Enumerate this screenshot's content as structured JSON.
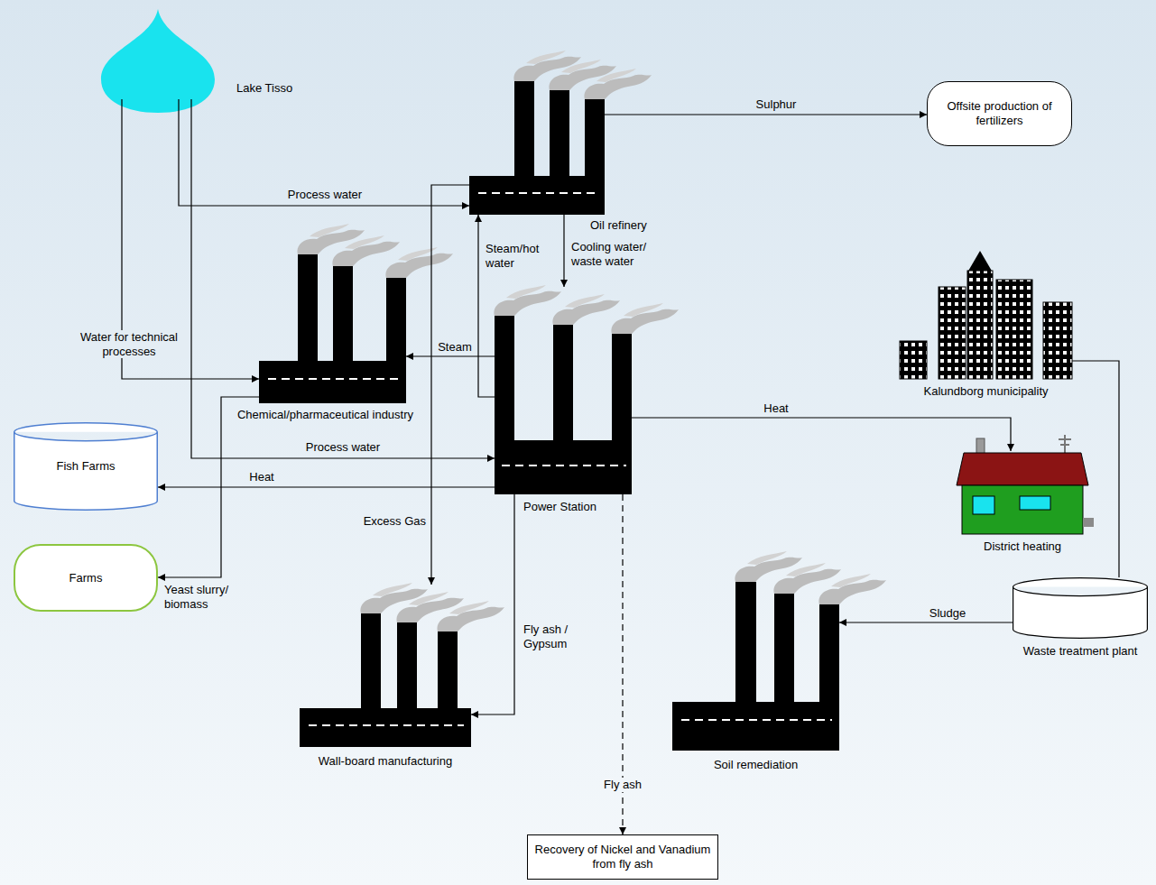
{
  "diagram": {
    "nodes": [
      {
        "text": [
          "Lake Tisso"
        ]
      },
      {
        "text": [
          "Oil refinery"
        ]
      },
      {
        "text": [
          "Offsite production of fertilizers"
        ]
      },
      {
        "text": [
          "Chemical/pharmaceutical industry"
        ]
      },
      {
        "text": [
          "Power Station"
        ]
      },
      {
        "text": [
          "Kalundborg municipality"
        ]
      },
      {
        "text": [
          "District heating"
        ]
      },
      {
        "text": [
          "Fish Farms"
        ]
      },
      {
        "text": [
          "Farms"
        ]
      },
      {
        "text": [
          "Wall-board manufacturing"
        ]
      },
      {
        "text": [
          "Soil remediation"
        ]
      },
      {
        "text": [
          "Waste treatment plant"
        ]
      },
      {
        "text": [
          "Recovery of Nickel and Vanadium from fly ash"
        ]
      }
    ],
    "edges": [
      {
        "from": 0,
        "to": 1,
        "label": "Process water",
        "arrow": "to"
      },
      {
        "from": 1,
        "to": 2,
        "label": "Sulphur",
        "arrow": "to"
      },
      {
        "from": 0,
        "to": 3,
        "label": "Water for technical processes",
        "arrow": "to"
      },
      {
        "from": 4,
        "to": 1,
        "label": "Steam/hot water",
        "arrow": "to"
      },
      {
        "from": 1,
        "to": 4,
        "label": "Cooling water/ waste water",
        "arrow": "to"
      },
      {
        "from": 4,
        "to": 3,
        "label": "Steam",
        "arrow": "to"
      },
      {
        "from": 0,
        "to": 4,
        "label": "Process water",
        "arrow": "to"
      },
      {
        "from": 4,
        "to": 7,
        "label": "Heat",
        "arrow": "to"
      },
      {
        "from": 3,
        "to": 8,
        "label": "Yeast slurry/ biomass",
        "arrow": "to"
      },
      {
        "from": 1,
        "to": 9,
        "label": "Excess Gas",
        "arrow": "to"
      },
      {
        "from": 4,
        "to": 9,
        "label": "Fly ash / Gypsum",
        "arrow": "to"
      },
      {
        "from": 4,
        "to": 12,
        "label": "Fly ash",
        "arrow": "to"
      },
      {
        "from": 4,
        "to": 6,
        "label": "Heat",
        "arrow": "to"
      },
      {
        "from": 5,
        "to": 11,
        "arrow": "none"
      },
      {
        "from": 11,
        "to": 10,
        "label": "Sludge",
        "arrow": "to"
      }
    ]
  }
}
